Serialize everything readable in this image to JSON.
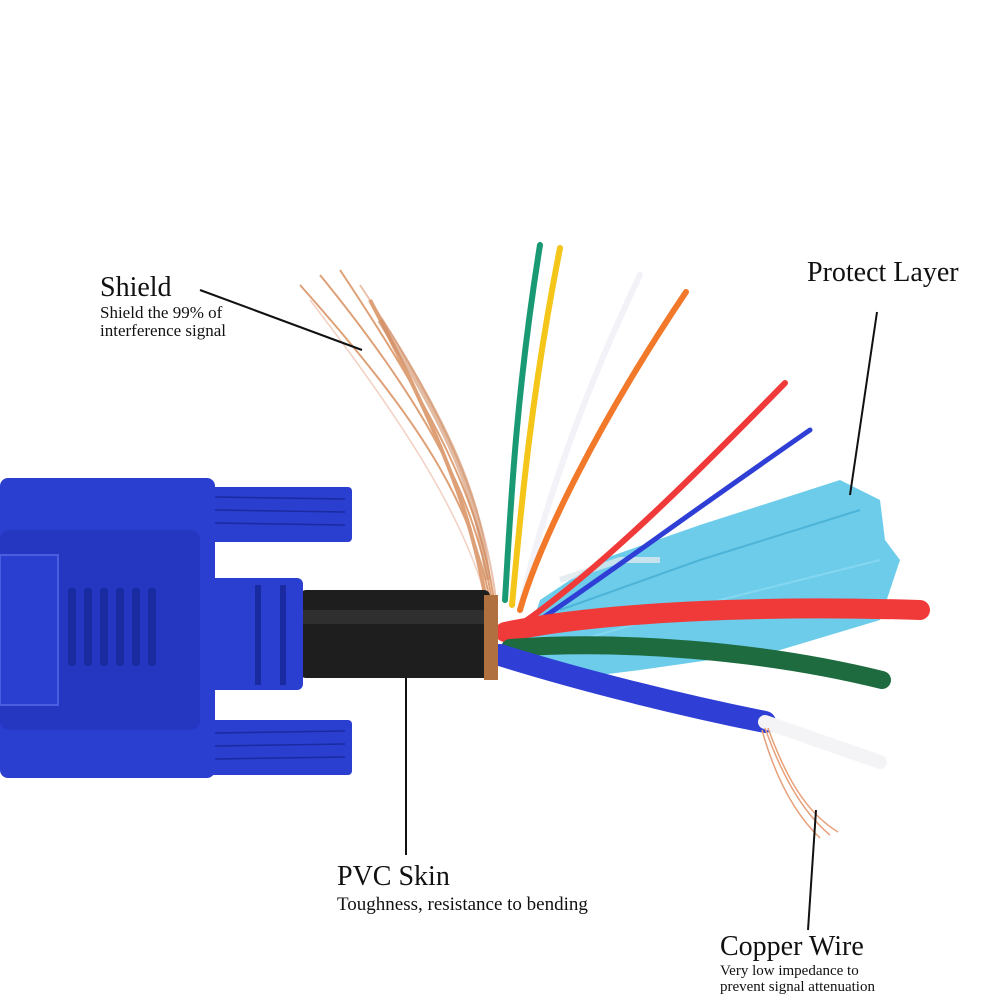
{
  "labels": {
    "shield": {
      "title": "Shield",
      "desc_line1": "Shield the 99% of",
      "desc_line2": "interference signal"
    },
    "protect_layer": {
      "title": "Protect Layer"
    },
    "pvc_skin": {
      "title": "PVC Skin",
      "desc": "Toughness, resistance to bending"
    },
    "copper_wire": {
      "title": "Copper Wire",
      "desc_line1": "Very low impedance to",
      "desc_line2": "prevent signal attenuation"
    }
  },
  "colors": {
    "connector_blue": "#2a3fd0",
    "cable_black": "#1e1e1e",
    "foil_blue": "#5cc6e8",
    "copper": "#d9905f",
    "wire_green_thin": "#1a9a74",
    "wire_yellow": "#f5c61a",
    "wire_white": "#f2f2f8",
    "wire_orange": "#f2782a",
    "wire_red": "#f03a3a",
    "wire_blue": "#2f3fd6",
    "wire_green_thick": "#1d6b3e"
  }
}
